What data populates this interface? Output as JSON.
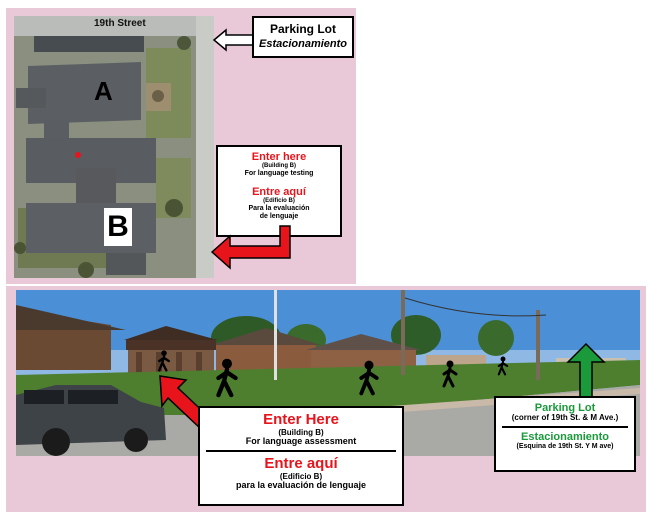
{
  "aerial": {
    "street_label": "19th Street",
    "building_a": "A",
    "building_b": "B",
    "parking_box": {
      "title": "Parking Lot",
      "subtitle": "Estacionamiento"
    },
    "enter_box": {
      "en_title": "Enter here",
      "en_building": "(Building B)",
      "en_purpose": "For language testing",
      "es_title": "Entre aquí",
      "es_building": "(Edificio B)",
      "es_purpose_1": "Para la evaluación",
      "es_purpose_2": "de lenguaje"
    }
  },
  "street_view": {
    "enter_box": {
      "en_title": "Enter Here",
      "en_building": "(Building B)",
      "en_purpose": "For language assessment",
      "es_title": "Entre aquí",
      "es_building": "(Edificio B)",
      "es_purpose": "para la evaluación de lenguaje"
    },
    "parking_box": {
      "en_title": "Parking Lot",
      "en_detail": "(corner of 19th St. & M Ave.)",
      "es_title": "Estacionamiento",
      "es_detail": "(Esquina de 19th St. Y M ave)"
    }
  },
  "colors": {
    "red": "#e8141c",
    "green": "#1a9a3a",
    "panel_bg": "#e9c9d8"
  },
  "icons": [
    "white-arrow-left-icon",
    "red-arrow-left-icon",
    "red-arrow-up-left-icon",
    "green-arrow-up-icon",
    "walking-person-icon"
  ]
}
